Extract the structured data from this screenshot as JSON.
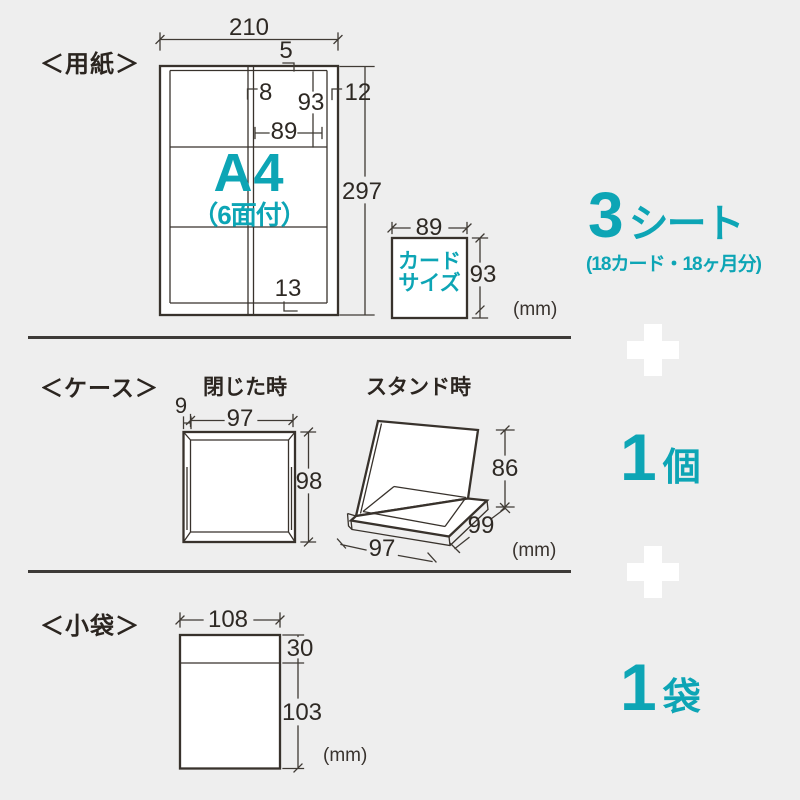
{
  "colors": {
    "teal": "#0da5b5",
    "bg": "#eeeeee",
    "line": "#38322c",
    "ink": "#2e2924",
    "white": "#ffffff"
  },
  "paper": {
    "section_label": "＜用紙＞",
    "sheet_title": "A4",
    "sheet_subtitle": "（6面付）",
    "dims": {
      "width": "210",
      "top_margin": "5",
      "col_gap": "8",
      "card_height": "93",
      "right_margin": "12",
      "card_width": "89",
      "height": "297",
      "bottom_margin": "13"
    },
    "card": {
      "width": "89",
      "height": "93",
      "label_line1": "カード",
      "label_line2": "サイズ"
    },
    "unit": "(mm)"
  },
  "case": {
    "section_label": "＜ケース＞",
    "closed": {
      "title": "閉じた時",
      "depth": "9",
      "width": "97",
      "height": "98"
    },
    "stand": {
      "title": "スタンド時",
      "height": "86",
      "depth": "99",
      "width": "97"
    },
    "unit": "(mm)"
  },
  "bag": {
    "section_label": "＜小袋＞",
    "width": "108",
    "flap_height": "30",
    "body_height": "103",
    "unit": "(mm)"
  },
  "summary": {
    "sheets": {
      "count": "3",
      "unit": "シート",
      "note": "(18カード・18ヶ月分)"
    },
    "case": {
      "count": "1",
      "unit": "個"
    },
    "bag": {
      "count": "1",
      "unit": "袋"
    }
  }
}
